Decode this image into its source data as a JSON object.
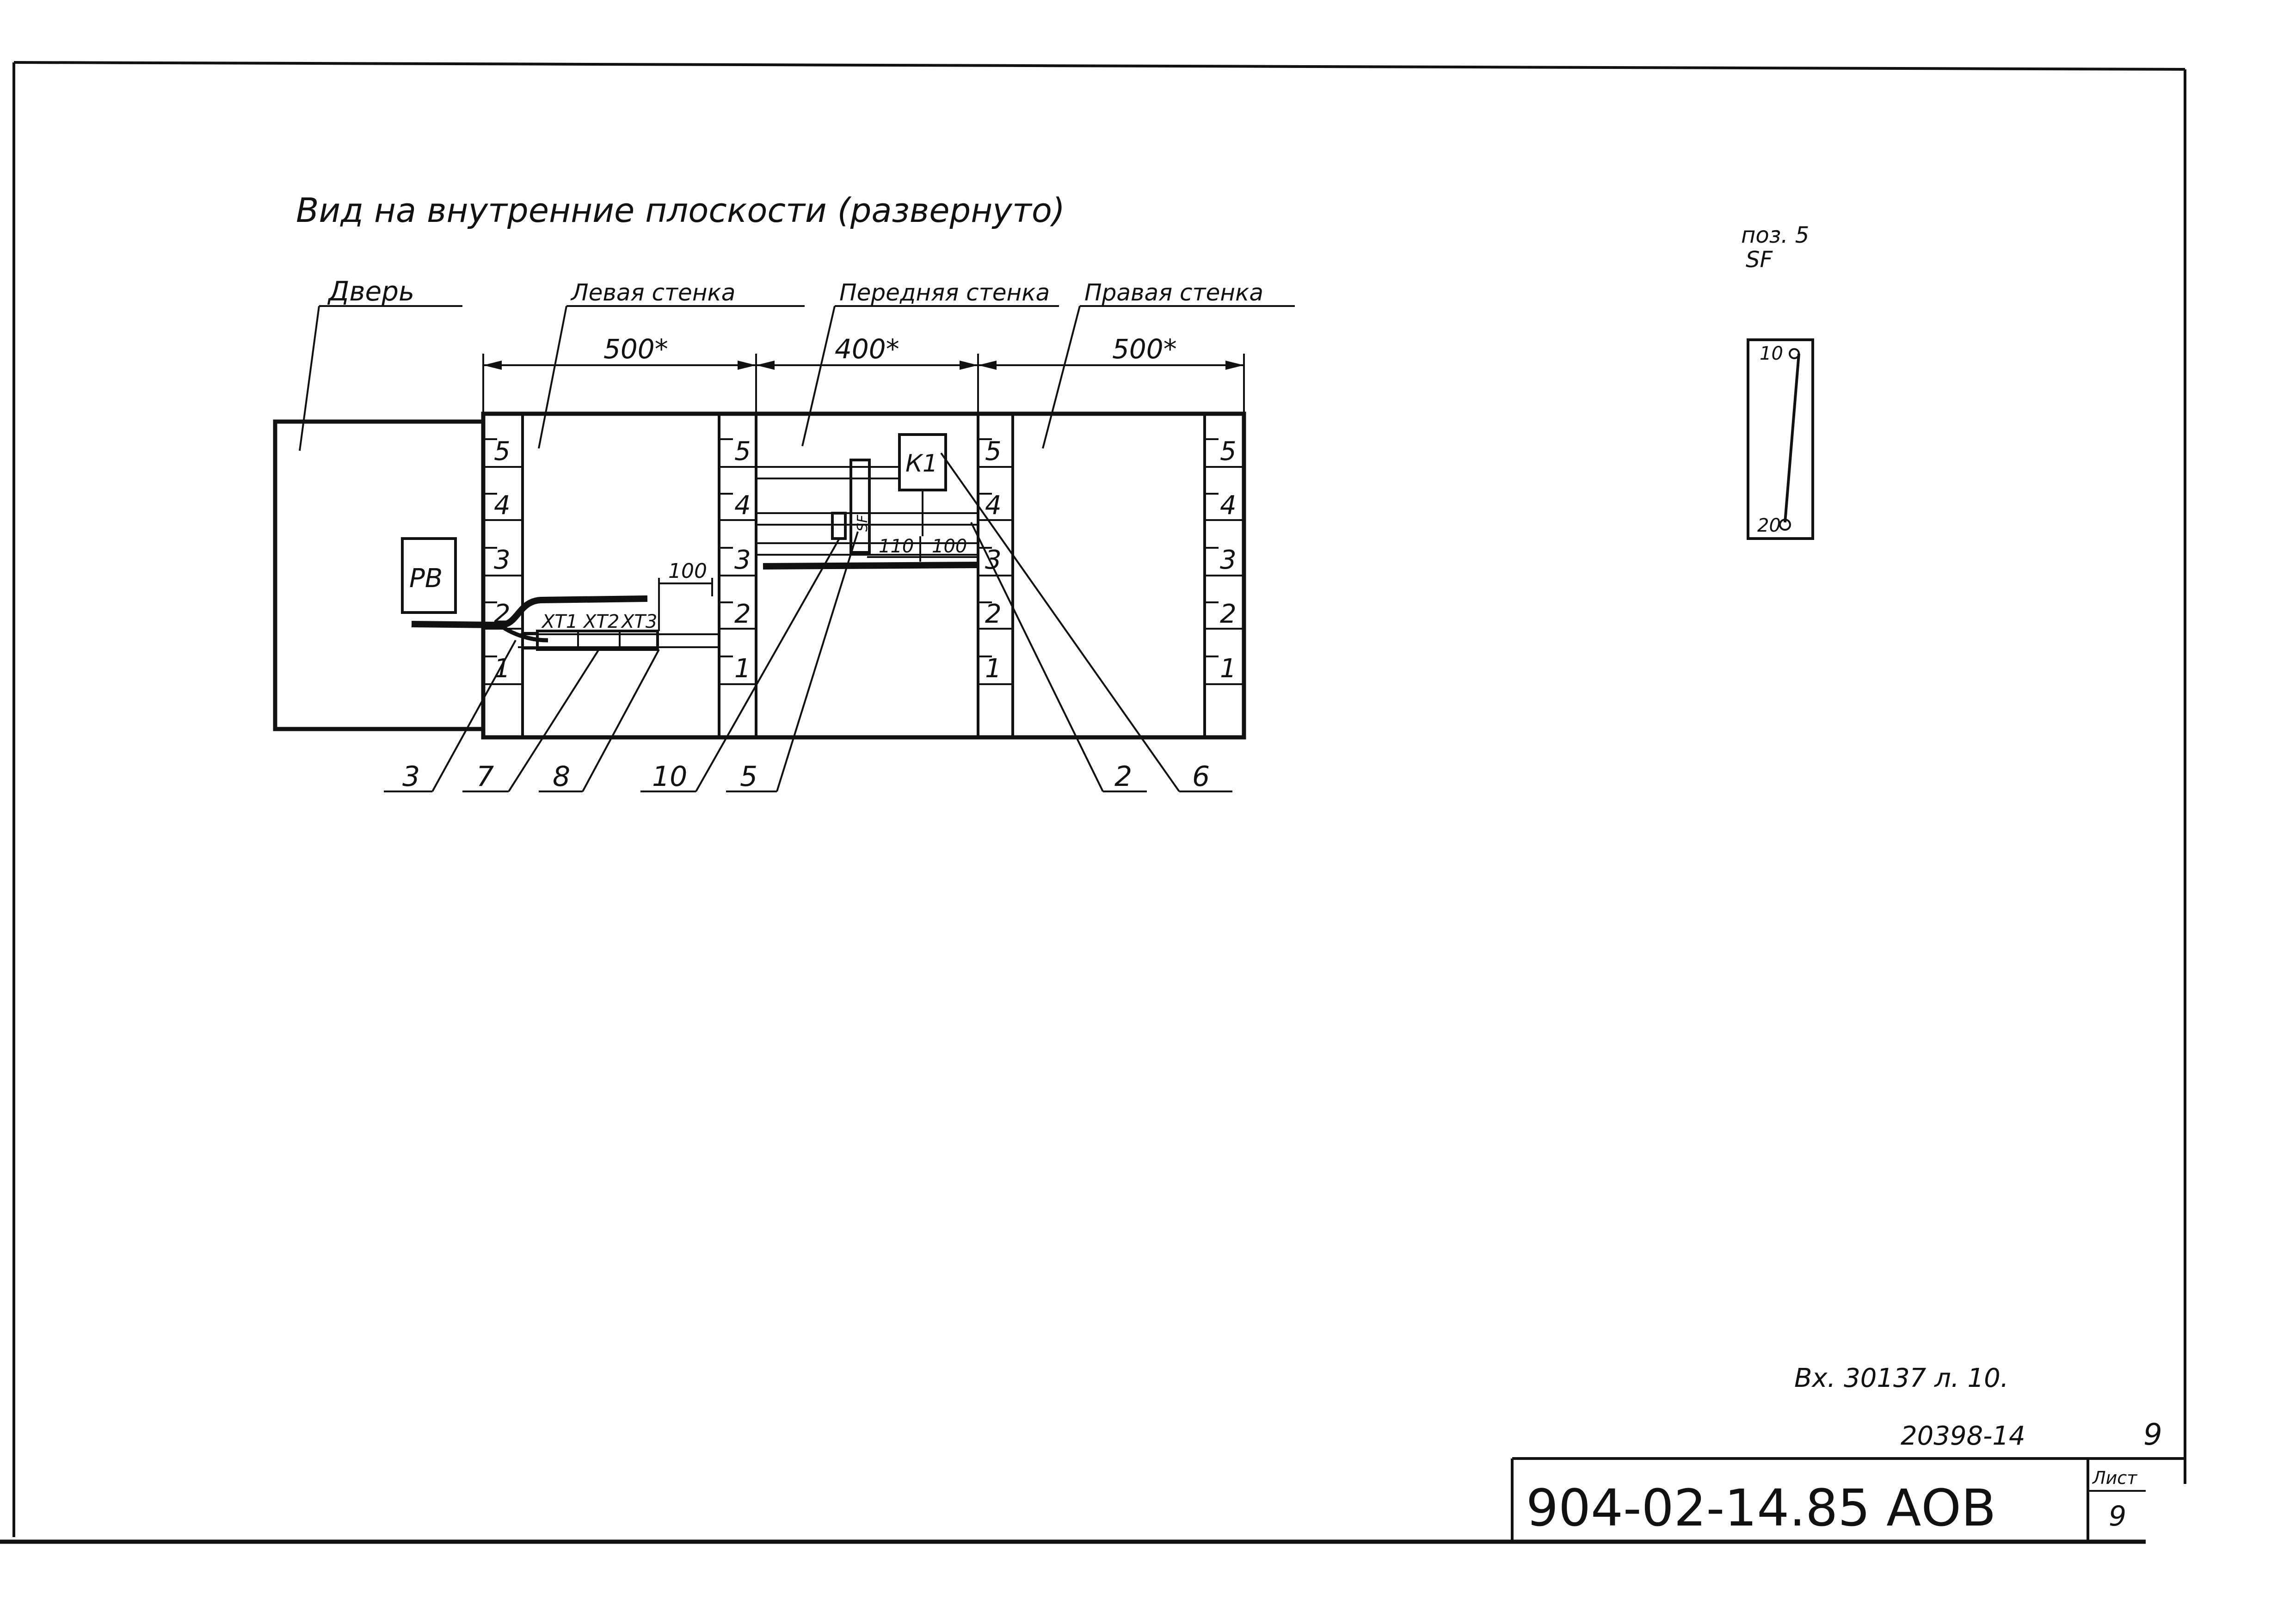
{
  "drawing": {
    "title": "Вид на внутренние плоскости (развернуто)",
    "door_label": "Дверь",
    "left_wall_label": "Левая стенка",
    "front_wall_label": "Передняя стенка",
    "right_wall_label": "Правая стенка",
    "dims": {
      "left": "500*",
      "front": "400*",
      "right": "500*",
      "d100_left": "100",
      "d110": "110",
      "d100_front": "100"
    },
    "scale_marks": [
      "5",
      "4",
      "3",
      "2",
      "1"
    ],
    "components": {
      "rb": "РВ",
      "k1": "К1",
      "xt1": "XT1",
      "xt2": "XT2",
      "xt3": "XT3",
      "sf_small": "SF"
    },
    "callouts": [
      "3",
      "7",
      "8",
      "10",
      "5",
      "2",
      "6"
    ],
    "pos5": {
      "label": "поз. 5",
      "sub": "SF",
      "top": "10",
      "bottom": "20"
    }
  },
  "stamp": {
    "registration": "Вх. 30137 л. 10.",
    "inventory": "20398-14",
    "corner_number": "9",
    "doc_code": "904-02-14.85 АОВ",
    "sheet_label": "Лист",
    "sheet_number": "9"
  }
}
